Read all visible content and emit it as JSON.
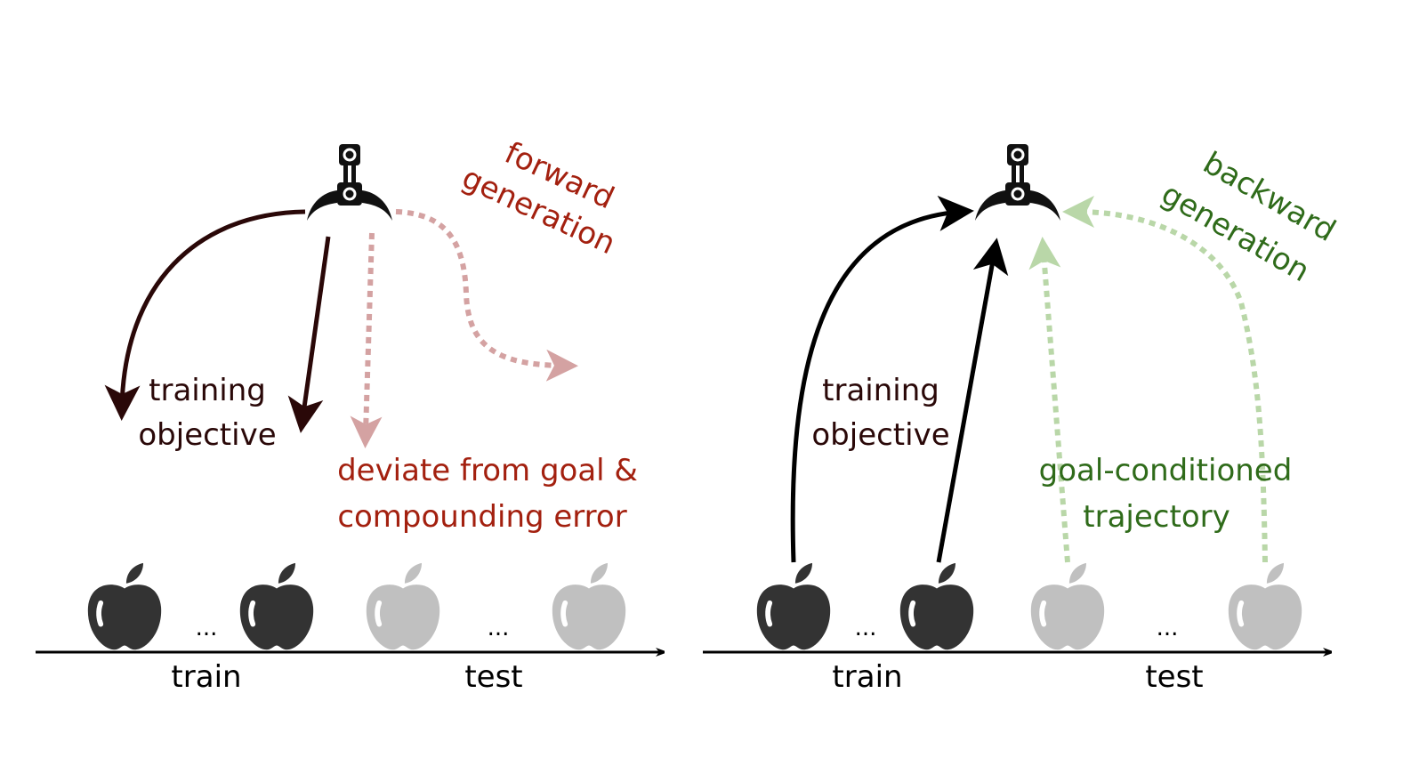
{
  "colors": {
    "objective": "#2a0808",
    "forward": "#a3200f",
    "forward_arrow": "#d4a2a2",
    "backward": "#2f6b1a",
    "backward_arrow": "#b9d7a8",
    "apple_train": "#333333",
    "apple_test": "#c0c0c0"
  },
  "left_panel": {
    "rotated_label": [
      "forward",
      "generation"
    ],
    "objective_label": [
      "training",
      "objective"
    ],
    "error_label": [
      "deviate from goal &",
      "compounding error"
    ],
    "ellipsis": [
      "...",
      "..."
    ],
    "axis_labels": {
      "train": "train",
      "test": "test"
    }
  },
  "right_panel": {
    "rotated_label": [
      "backward",
      "generation"
    ],
    "objective_label": [
      "training",
      "objective"
    ],
    "goal_label": [
      "goal-conditioned",
      "trajectory"
    ],
    "ellipsis": [
      "...",
      "..."
    ],
    "axis_labels": {
      "train": "train",
      "test": "test"
    }
  }
}
